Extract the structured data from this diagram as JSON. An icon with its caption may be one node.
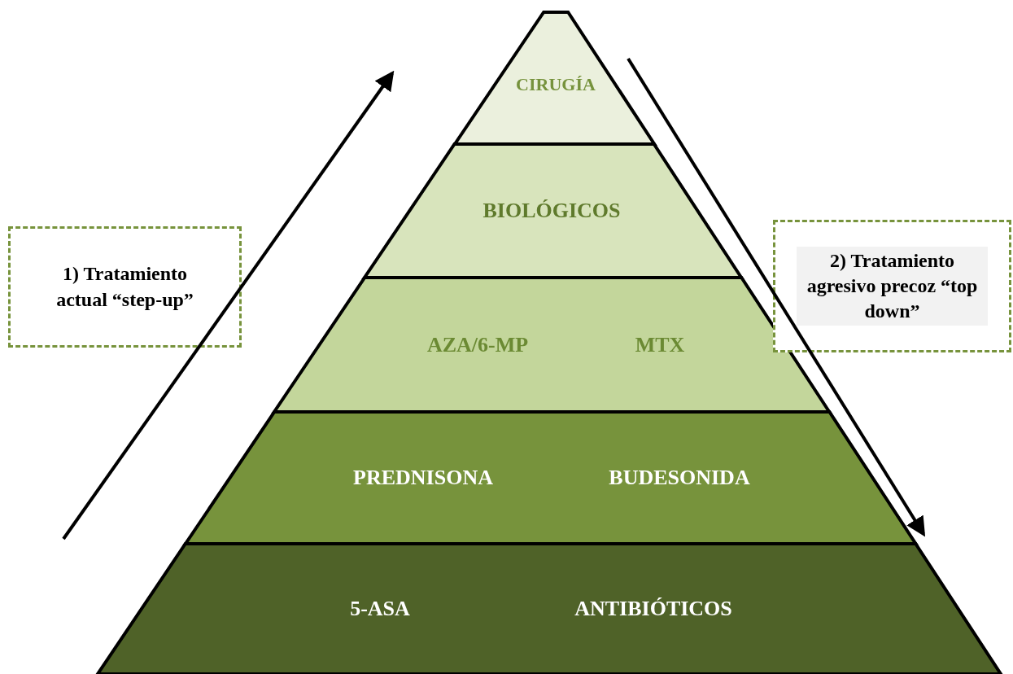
{
  "diagram": {
    "nodes": [
      {
        "text": [
          "CIRUGÍA"
        ]
      },
      {
        "text": [
          "BIOLÓGICOS"
        ]
      },
      {
        "text": [
          "AZA/6-MP",
          "MTX"
        ]
      },
      {
        "text": [
          "PREDNISONA",
          "BUDESONIDA"
        ]
      },
      {
        "text": [
          "5-ASA",
          "ANTIBIÓTICOS"
        ]
      },
      {
        "text": [
          "1) Tratamiento actual “step-up”"
        ]
      },
      {
        "text": [
          "2) Tratamiento agresivo precoz “top down”"
        ]
      }
    ]
  }
}
